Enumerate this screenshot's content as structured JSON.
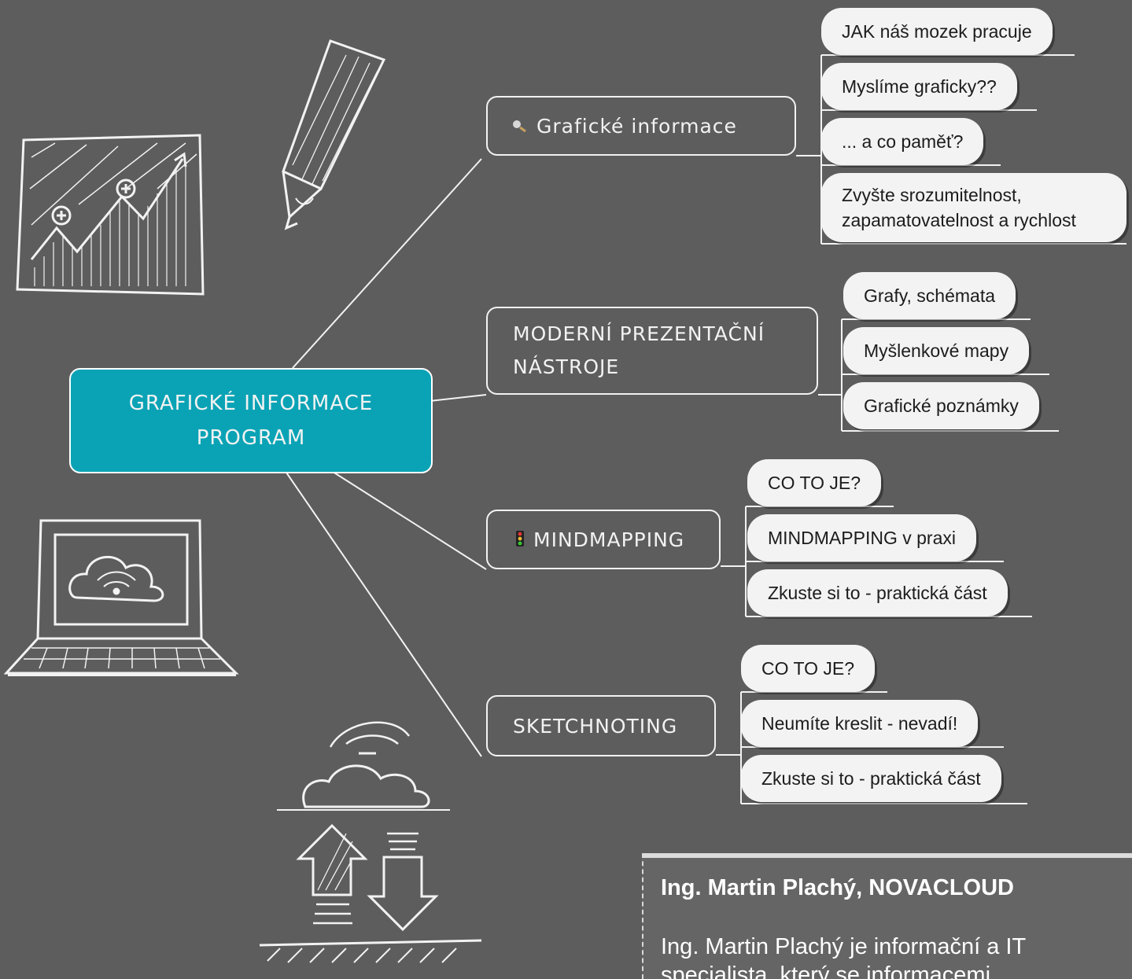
{
  "root": {
    "line1": "GRAFICKÉ INFORMACE",
    "line2": "PROGRAM",
    "color": "#0aa3b5"
  },
  "branches": [
    {
      "label": "Grafické informace",
      "icon": "magnifier-icon",
      "children": [
        "JAK náš mozek pracuje",
        "Myslíme graficky??",
        "... a co paměť?",
        "Zvyšte srozumitelnost, zapamatovatelnost a rychlost"
      ]
    },
    {
      "label_line1": "MODERNÍ PREZENTAČNÍ",
      "label_line2": "NÁSTROJE",
      "children": [
        "Grafy, schémata",
        "Myšlenkové mapy",
        "Grafické poznámky"
      ]
    },
    {
      "label": "MINDMAPPING",
      "icon": "traffic-light-icon",
      "children": [
        "CO TO JE?",
        "MINDMAPPING v praxi",
        "Zkuste si to - praktická část"
      ]
    },
    {
      "label": "SKETCHNOTING",
      "children": [
        "CO TO JE?",
        "Neumíte kreslit - nevadí!",
        "Zkuste si to - praktická část"
      ]
    }
  ],
  "bio": {
    "title": "Ing. Martin Plachý, NOVACLOUD",
    "text": "Ing. Martin Plachý je informační a IT specialista, který se informacemi"
  },
  "illustrations": [
    "growth-chart-icon",
    "pencil-icon",
    "laptop-cloud-icon",
    "cloud-upload-download-icon"
  ],
  "colors": {
    "background": "#5d5d5d",
    "line": "#f2f2f2",
    "pill": "#f3f3f3"
  }
}
